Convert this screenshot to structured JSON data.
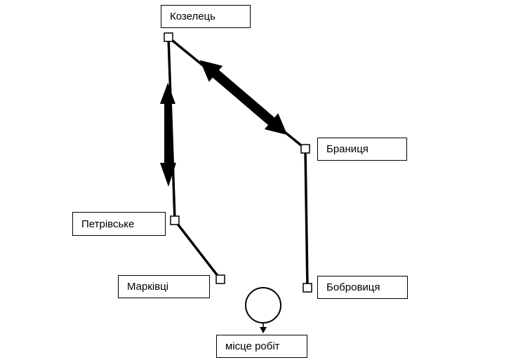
{
  "nodes": {
    "kozelets": "Козелець",
    "branytsia": "Браниця",
    "petrivske": "Петрівське",
    "markivtsi": "Марківці",
    "bobrovytsia": "Бобровиця",
    "work_site": "місце робіт"
  },
  "colors": {
    "line": "#000000",
    "background": "#ffffff"
  }
}
